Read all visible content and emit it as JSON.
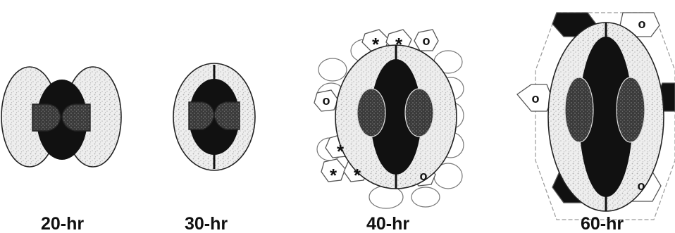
{
  "figure": {
    "stages": [
      {
        "label": "20-hr"
      },
      {
        "label": "30-hr"
      },
      {
        "label": "40-hr"
      },
      {
        "label": "60-hr"
      }
    ],
    "markers": {
      "star": "*",
      "circle": "o"
    },
    "colors": {
      "outline": "#222222",
      "stipple": "#c9c9c9",
      "stipple_bg": "#eeeeee",
      "dark": "#111111",
      "nucleus": "#3a3a3a"
    }
  }
}
